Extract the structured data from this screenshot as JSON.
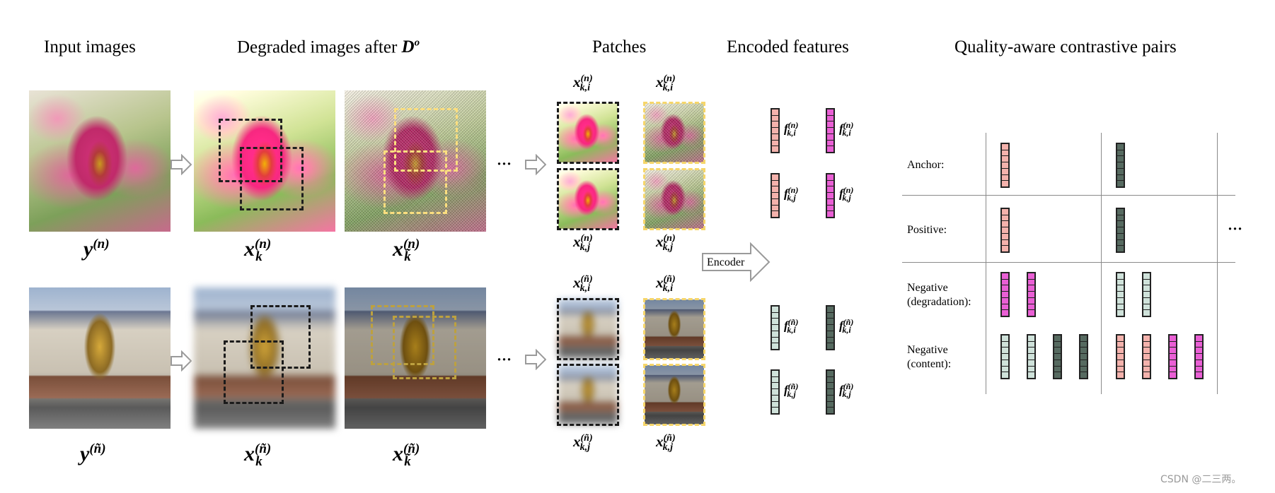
{
  "headers": {
    "input": "Input images",
    "degraded_prefix": "Degraded images after",
    "degraded_op": "D",
    "degraded_sup": "o",
    "patches": "Patches",
    "encoded": "Encoded features",
    "pairs": "Quality-aware contrastive pairs"
  },
  "labels": {
    "y_n": "y",
    "y_n_sup": "(n)",
    "x_k_n": "x",
    "x_k_n_sub": "k",
    "x_k_n_sup": "(n)",
    "x_kt_n_sub": "k̃",
    "x_kt_n_sup": "(n)",
    "y_nt_sup": "(ñ)",
    "x_k_nt_sup": "(ñ)"
  },
  "patch_labels": {
    "p_ki_n": {
      "base": "x",
      "sup": "(n)",
      "sub": "k,i"
    },
    "p_kti_n": {
      "base": "x",
      "sup": "(n)",
      "sub": "k̃,i"
    },
    "p_kj_n": {
      "base": "x",
      "sup": "(n)",
      "sub": "k,j"
    },
    "p_ktj_n": {
      "base": "x",
      "sup": "(n)",
      "sub": "k̃,j"
    },
    "p_ki_nt": {
      "base": "x",
      "sup": "(ñ)",
      "sub": "k,i"
    },
    "p_kti_nt": {
      "base": "x",
      "sup": "(ñ)",
      "sub": "k̃,i"
    },
    "p_kj_nt": {
      "base": "x",
      "sup": "(ñ)",
      "sub": "k,j"
    },
    "p_ktj_nt": {
      "base": "x",
      "sup": "(ñ)",
      "sub": "k̃,j"
    }
  },
  "feature_labels": {
    "f_ki_n": {
      "base": "f",
      "sup": "(n)",
      "sub": "k,i"
    },
    "f_kti_n": {
      "base": "f",
      "sup": "(n)",
      "sub": "k̃,i"
    },
    "f_kj_n": {
      "base": "f",
      "sup": "(n)",
      "sub": "k,j"
    },
    "f_ktj_n": {
      "base": "f",
      "sup": "(n)",
      "sub": "k̃,j"
    },
    "f_ki_nt": {
      "base": "f",
      "sup": "(ñ)",
      "sub": "k,i"
    },
    "f_kti_nt": {
      "base": "f",
      "sup": "(ñ)",
      "sub": "k̃,i"
    },
    "f_kj_nt": {
      "base": "f",
      "sup": "(ñ)",
      "sub": "k,j"
    },
    "f_ktj_nt": {
      "base": "f",
      "sup": "(ñ)",
      "sub": "k̃,j"
    }
  },
  "encoder_label": "Encoder",
  "ellipsis": "···",
  "rows": {
    "anchor": "Anchor:",
    "positive": "Positive:",
    "neg_deg_1": "Negative",
    "neg_deg_2": "(degradation):",
    "neg_con_1": "Negative",
    "neg_con_2": "(content):"
  },
  "colors": {
    "pink": "#f4b2ac",
    "magenta": "#ea5fd5",
    "mint": "#cfe2da",
    "dark_green": "#566a60",
    "dash_yellow": "#f6d66a"
  },
  "watermark": "CSDN @二三两。"
}
